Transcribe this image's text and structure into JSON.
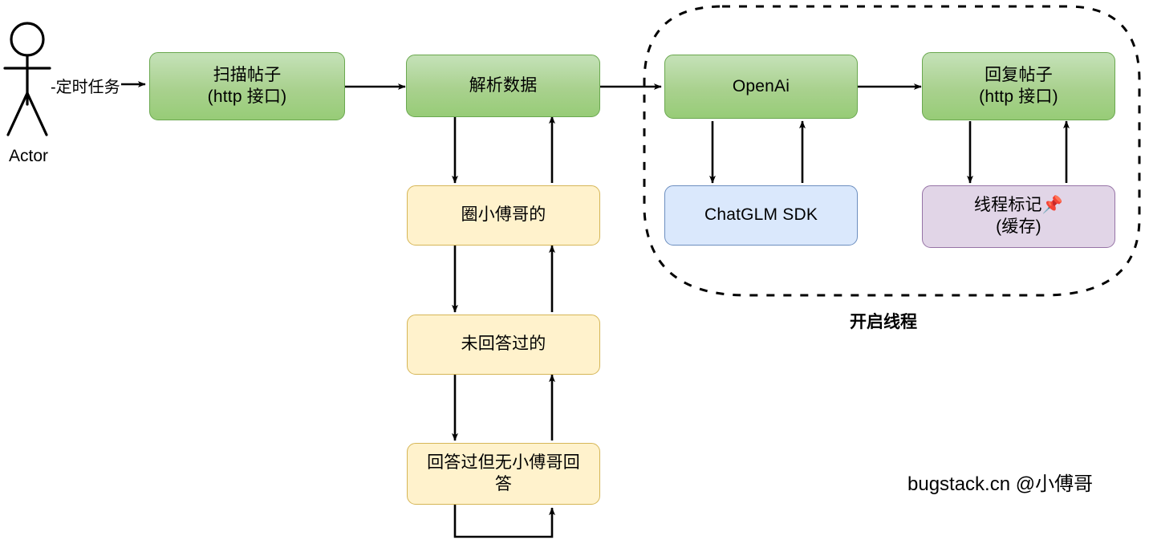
{
  "diagram": {
    "title_watermark": "bugstack.cn @小傅哥",
    "actor": {
      "name": "actor",
      "caption": "Actor"
    },
    "edge_labels": [
      {
        "id": "scheduled-task",
        "text": "-定时任务"
      }
    ],
    "group": {
      "label": "开启线程",
      "style": "dashed-rounded"
    },
    "nodes": [
      {
        "id": "scan-post",
        "label": "扫描帖子\n(http 接口)",
        "color": "#a9d18e",
        "border": "#6aa84f",
        "kind": "green"
      },
      {
        "id": "parse-data",
        "label": "解析数据",
        "color": "#a9d18e",
        "border": "#6aa84f",
        "kind": "green"
      },
      {
        "id": "openai",
        "label": "OpenAi",
        "color": "#a9d18e",
        "border": "#6aa84f",
        "kind": "green"
      },
      {
        "id": "reply-post",
        "label": "回复帖子\n(http 接口)",
        "color": "#a9d18e",
        "border": "#6aa84f",
        "kind": "green"
      },
      {
        "id": "chatglm-sdk",
        "label": "ChatGLM SDK",
        "color": "#dae8fc",
        "border": "#6c8ebf",
        "kind": "blue"
      },
      {
        "id": "thread-mark",
        "label": "线程标记📌\n(缓存)",
        "color": "#e1d5e7",
        "border": "#9673a6",
        "kind": "purple"
      },
      {
        "id": "mention-xfg",
        "label": "圈小傅哥的",
        "color": "#fff2cc",
        "border": "#d6b656",
        "kind": "yellow"
      },
      {
        "id": "unanswered",
        "label": "未回答过的",
        "color": "#fff2cc",
        "border": "#d6b656",
        "kind": "yellow"
      },
      {
        "id": "answered-no-xfg",
        "label": "回答过但无小傅哥回\n答",
        "color": "#fff2cc",
        "border": "#d6b656",
        "kind": "yellow"
      }
    ],
    "colors": {
      "green_fill": "#a9d18e",
      "green_border": "#6aa84f",
      "yellow_fill": "#fff2cc",
      "yellow_border": "#d6b656",
      "blue_fill": "#dae8fc",
      "blue_border": "#6c8ebf",
      "purple_fill": "#e1d5e7",
      "purple_border": "#9673a6",
      "stroke": "#000000"
    }
  }
}
